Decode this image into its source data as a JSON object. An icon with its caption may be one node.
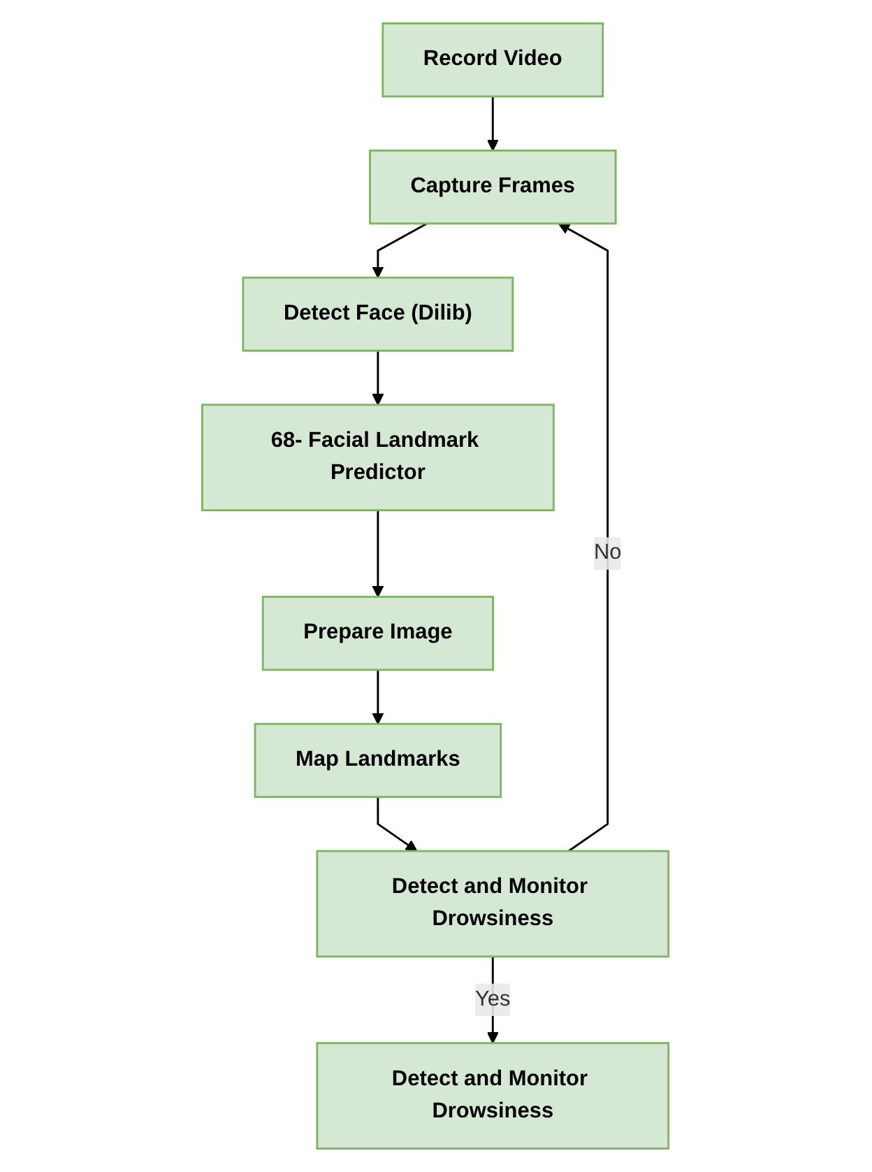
{
  "diagram": {
    "nodes": [
      {
        "text": [
          "Record Video"
        ]
      },
      {
        "text": [
          "Capture Frames"
        ]
      },
      {
        "text": [
          "Detect Face (Dilib)"
        ]
      },
      {
        "text": [
          "68- Facial Landmark Predictor"
        ]
      },
      {
        "text": [
          "Prepare Image"
        ]
      },
      {
        "text": [
          "Map Landmarks"
        ]
      },
      {
        "text": [
          "Detect and Monitor Drowsiness"
        ]
      },
      {
        "text": [
          "Detect and Monitor Drowsiness"
        ]
      }
    ],
    "edges": [
      {
        "from": 0,
        "to": 1,
        "arrow": "to"
      },
      {
        "from": 1,
        "to": 2,
        "arrow": "to"
      },
      {
        "from": 2,
        "to": 3,
        "arrow": "to"
      },
      {
        "from": 3,
        "to": 4,
        "arrow": "to"
      },
      {
        "from": 4,
        "to": 5,
        "arrow": "to"
      },
      {
        "from": 5,
        "to": 6,
        "arrow": "to"
      },
      {
        "from": 6,
        "to": 7,
        "arrow": "to",
        "label": "Yes"
      },
      {
        "from": 6,
        "to": 1,
        "arrow": "to",
        "label": "No"
      }
    ]
  }
}
